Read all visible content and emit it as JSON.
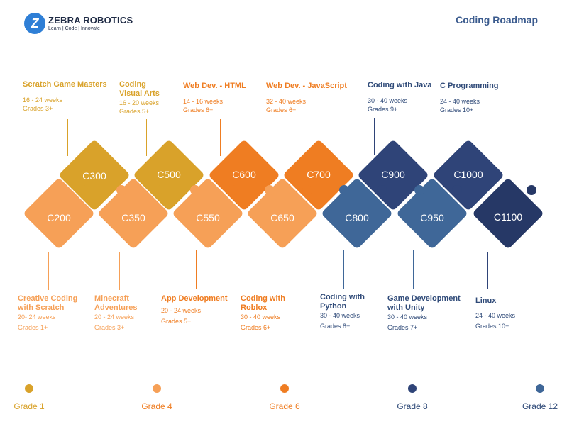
{
  "brand": {
    "logo_letter": "Z",
    "name": "ZEBRA ROBOTICS",
    "tagline": "Learn | Code | Innovate"
  },
  "title": "Coding Roadmap",
  "colors": {
    "gold": "#d9a22a",
    "orange_dark": "#ef7d22",
    "orange_light": "#f6a057",
    "navy": "#2f4478",
    "navy_dark": "#263866",
    "blue": "#3f6798",
    "blue_label": "#2f4a78"
  },
  "top_courses": [
    {
      "code": "C300",
      "name": "Scratch Game Masters",
      "duration": "16 - 24 weeks",
      "grades": "Grades 3+"
    },
    {
      "code": "C500",
      "name": "Coding Visual Arts",
      "duration": "16 - 20 weeks",
      "grades": "Grades 5+"
    },
    {
      "code": "C600",
      "name": "Web Dev. - HTML",
      "duration": "14 - 16 weeks",
      "grades": "Grades 6+"
    },
    {
      "code": "C700",
      "name": "Web Dev. - JavaScript",
      "duration": "32 - 40 weeks",
      "grades": "Grades 6+"
    },
    {
      "code": "C900",
      "name": "Coding with Java",
      "duration": "30 - 40 weeks",
      "grades": "Grades 9+"
    },
    {
      "code": "C1000",
      "name": "C Programming",
      "duration": "24 - 40 weeks",
      "grades": "Grades 10+"
    }
  ],
  "bottom_courses": [
    {
      "code": "C200",
      "name": "Creative Coding with Scratch",
      "duration": "20- 24 weeks",
      "grades": "Grades 1+"
    },
    {
      "code": "C350",
      "name": "Minecraft Adventures",
      "duration": "20 - 24 weeks",
      "grades": "Grades 3+"
    },
    {
      "code": "C550",
      "name": "App Development",
      "duration": "20 - 24 weeks",
      "grades": "Grades 5+"
    },
    {
      "code": "C650",
      "name": "Coding with Roblox",
      "duration": "30 - 40 weeks",
      "grades": "Grades 6+"
    },
    {
      "code": "C800",
      "name": "Coding with Python",
      "duration": "30 - 40 weeks",
      "grades": "Grades 8+"
    },
    {
      "code": "C950",
      "name": "Game Development with Unity",
      "duration": "30 - 40 weeks",
      "grades": "Grades 7+"
    },
    {
      "code": "C1100",
      "name": "Linux",
      "duration": "24 - 40 weeks",
      "grades": "Grades 10+"
    }
  ],
  "timeline": [
    {
      "label": "Grade 1"
    },
    {
      "label": "Grade 4"
    },
    {
      "label": "Grade 6"
    },
    {
      "label": "Grade 8"
    },
    {
      "label": "Grade 12"
    }
  ]
}
